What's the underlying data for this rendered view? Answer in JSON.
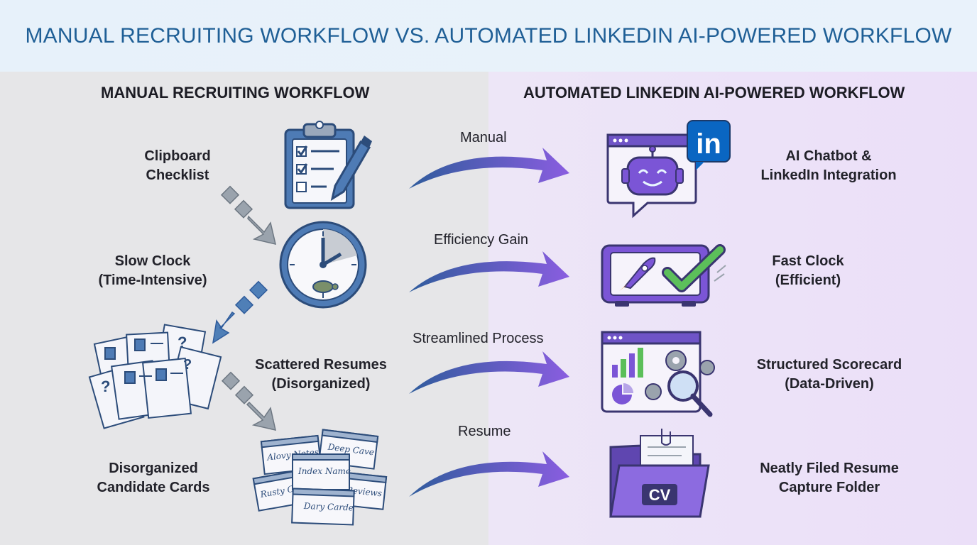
{
  "title": "MANUAL RECRUITING WORKFLOW VS. AUTOMATED LINKEDIN AI-POWERED WORKFLOW",
  "left": {
    "heading": "MANUAL RECRUITING WORKFLOW",
    "items": [
      {
        "line1": "Clipboard",
        "line2": "Checklist",
        "icon": "clipboard-checklist-icon"
      },
      {
        "line1": "Slow Clock",
        "line2": "(Time-Intensive)",
        "icon": "slow-clock-turtle-icon"
      },
      {
        "line1": "Scattered Resumes",
        "line2": "(Disorganized)",
        "icon": "scattered-resumes-icon"
      },
      {
        "line1": "Disorganized",
        "line2": "Candidate Cards",
        "icon": "candidate-cards-icon"
      }
    ],
    "card_texts": [
      "Alovy Notes",
      "Deep Cave",
      "Index Name",
      "Reviews",
      "Rusty Ca",
      "Dary Carde"
    ]
  },
  "right": {
    "heading": "AUTOMATED LINKEDIN AI-POWERED WORKFLOW",
    "items": [
      {
        "line1": "AI Chatbot &",
        "line2": "LinkedIn Integration",
        "icon": "ai-chatbot-linkedin-icon"
      },
      {
        "line1": "Fast Clock",
        "line2": "(Efficient)",
        "icon": "fast-clock-rocket-icon"
      },
      {
        "line1": "Structured Scorecard",
        "line2": "(Data-Driven)",
        "icon": "scorecard-dashboard-icon"
      },
      {
        "line1": "Neatly Filed Resume",
        "line2": "Capture Folder",
        "icon": "cv-folder-icon"
      }
    ],
    "linkedin_logo": "in",
    "folder_badge": "CV"
  },
  "transitions": [
    "Manual",
    "Efficiency Gain",
    "Streamlined Process",
    "Resume"
  ],
  "colors": {
    "title": "#1f5f96",
    "accent_purple": "#7b55d6",
    "accent_blue": "#2f5c9c",
    "linkedin": "#0a66c2",
    "check_green": "#5cbf5a"
  }
}
